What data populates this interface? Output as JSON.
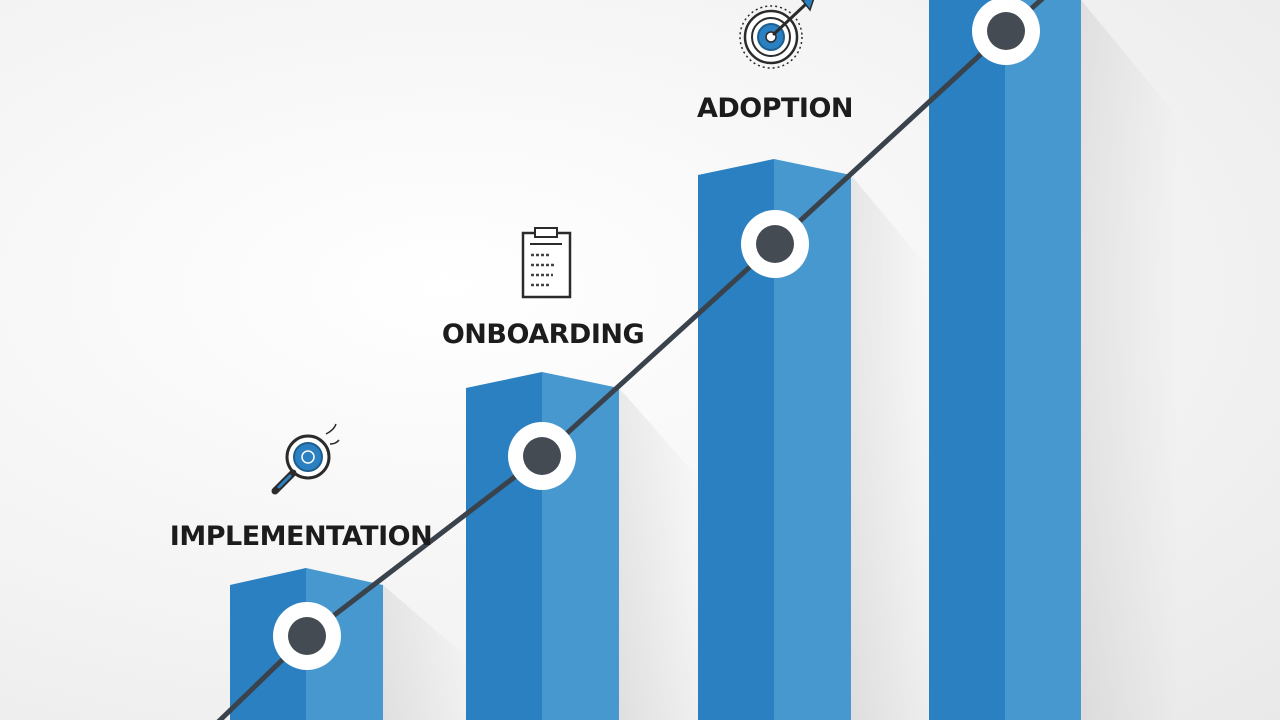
{
  "diagram": {
    "stages": [
      {
        "label": "IMPLEMENTATION",
        "icon": "magnifier-icon"
      },
      {
        "label": "ONBOARDING",
        "icon": "clipboard-icon"
      },
      {
        "label": "ADOPTION",
        "icon": "target-icon"
      },
      {
        "label": "",
        "icon": ""
      }
    ]
  },
  "colors": {
    "bar_face_left": "#2a80c0",
    "bar_face_right": "#4898d0",
    "bar_top": "#3a8cc8",
    "line": "#3a434c",
    "icon_accent": "#2a80c0",
    "label": "#1c1c1c"
  }
}
